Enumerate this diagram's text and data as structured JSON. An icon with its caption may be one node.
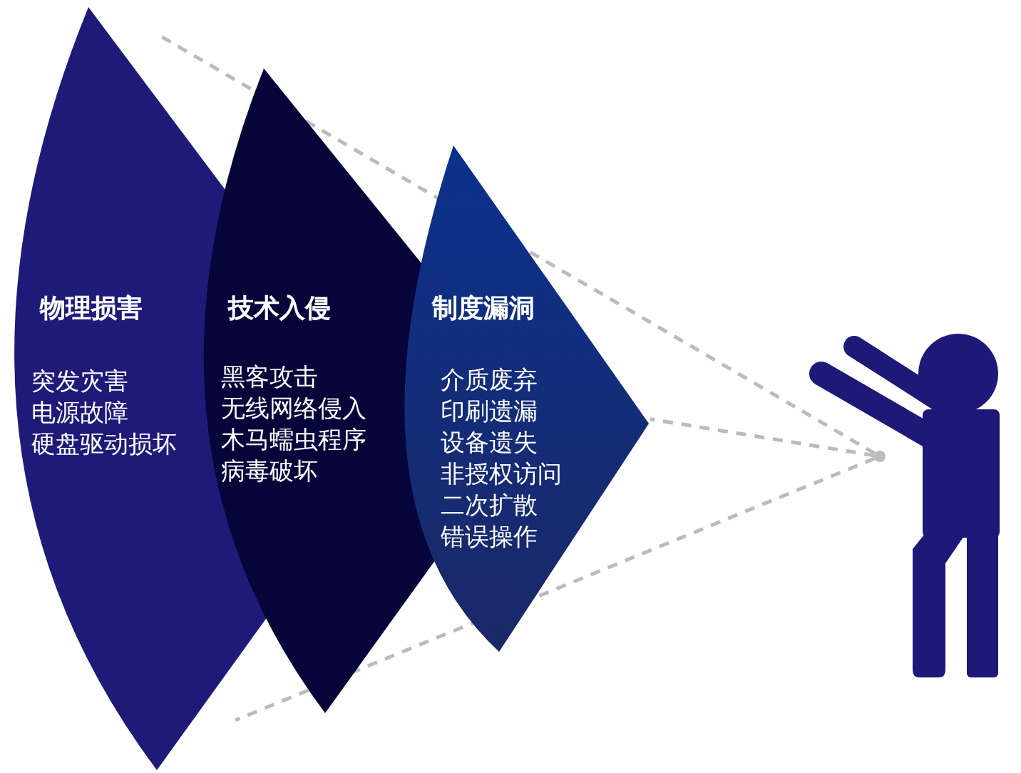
{
  "diagram": {
    "nodes": [
      {
        "text": [
          "物理损害",
          "突发灾害",
          "电源故障",
          "硬盘驱动损坏"
        ]
      },
      {
        "text": [
          "技术入侵",
          "黑客攻击",
          "无线网络侵入",
          "木马蠕虫程序",
          "病毒破坏"
        ]
      },
      {
        "text": [
          "制度漏洞",
          "介质废弃",
          "印刷遗漏",
          "设备遗失",
          "非授权访问",
          "二次扩散",
          "错误操作"
        ]
      },
      {
        "text": [],
        "shape": "person"
      },
      {
        "text": [],
        "shape": "circle",
        "in": 3
      }
    ],
    "edges": [
      {
        "from": 4,
        "to": null,
        "arrow": "none",
        "style": "dashed"
      },
      {
        "from": 4,
        "to": 2,
        "arrow": "none",
        "style": "dashed"
      },
      {
        "from": 4,
        "to": null,
        "arrow": "none",
        "style": "dashed"
      }
    ]
  }
}
